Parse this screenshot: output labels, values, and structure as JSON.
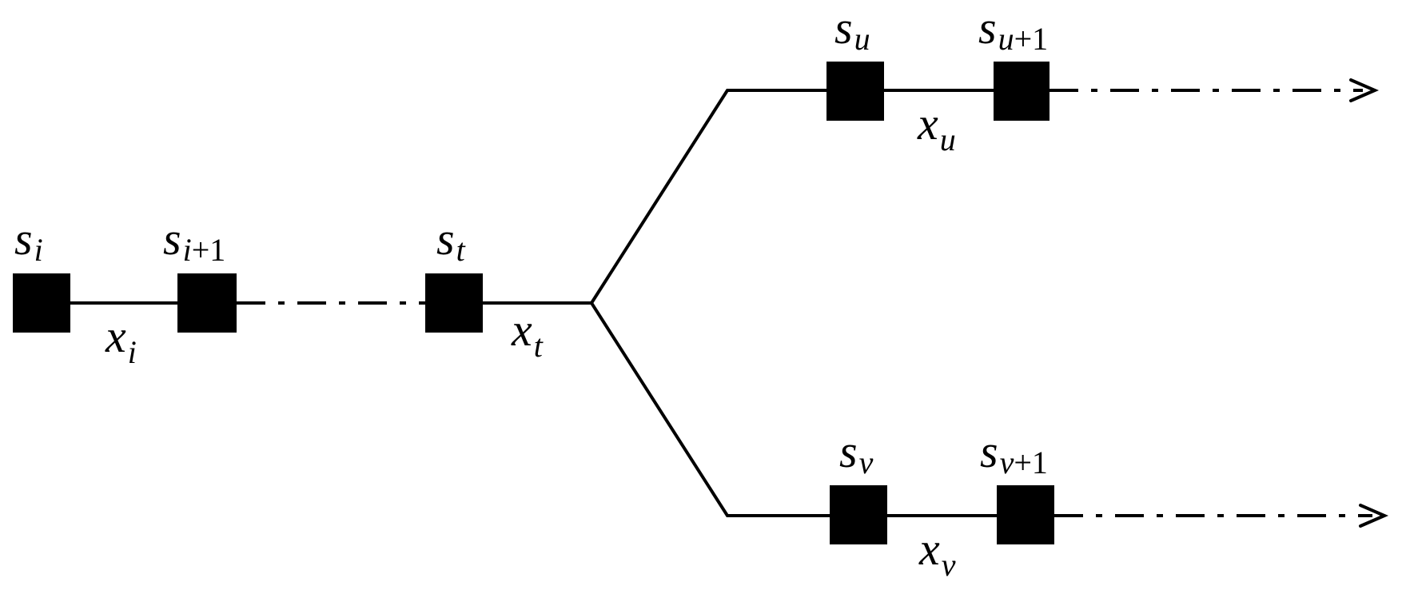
{
  "diagram": {
    "nodes": {
      "s_i": {
        "base": "s",
        "sub": "i"
      },
      "s_i1": {
        "base": "s",
        "sub": "i",
        "sub_tail": "+1"
      },
      "s_t": {
        "base": "s",
        "sub": "t"
      },
      "s_u": {
        "base": "s",
        "sub": "u"
      },
      "s_u1": {
        "base": "s",
        "sub": "u",
        "sub_tail": "+1"
      },
      "s_v": {
        "base": "s",
        "sub": "v"
      },
      "s_v1": {
        "base": "s",
        "sub": "v",
        "sub_tail": "+1"
      }
    },
    "edges": {
      "x_i": {
        "base": "x",
        "sub": "i"
      },
      "x_t": {
        "base": "x",
        "sub": "t"
      },
      "x_u": {
        "base": "x",
        "sub": "u"
      },
      "x_v": {
        "base": "x",
        "sub": "v"
      }
    },
    "colors": {
      "stroke": "#000000",
      "background": "#ffffff"
    }
  }
}
